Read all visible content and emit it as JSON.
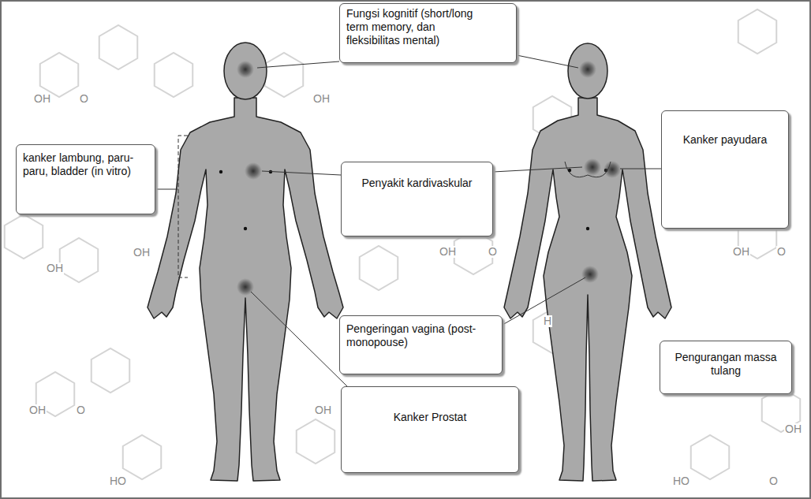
{
  "diagram": {
    "nodes": [
      {
        "text": [
          "Fungsi kognitif (short/long term memory, dan fleksibilitas mental)"
        ]
      },
      {
        "text": [
          "kanker lambung, paru-paru, bladder (in vitro)"
        ]
      },
      {
        "text": [
          "Penyakit kardivaskular"
        ]
      },
      {
        "text": [
          "Kanker payudara"
        ]
      },
      {
        "text": [
          "Pengeringan vagina (post-monopouse)"
        ]
      },
      {
        "text": [
          "Kanker Prostat"
        ]
      },
      {
        "text": [
          "Pengurangan massa tulang"
        ]
      }
    ],
    "labels": [
      "OH",
      "O",
      "OH",
      "OH",
      "OH",
      "OH",
      "O",
      "OH",
      "O",
      "OH",
      "O",
      "OH",
      "OH",
      "HO",
      "HO",
      "O",
      "H"
    ]
  }
}
